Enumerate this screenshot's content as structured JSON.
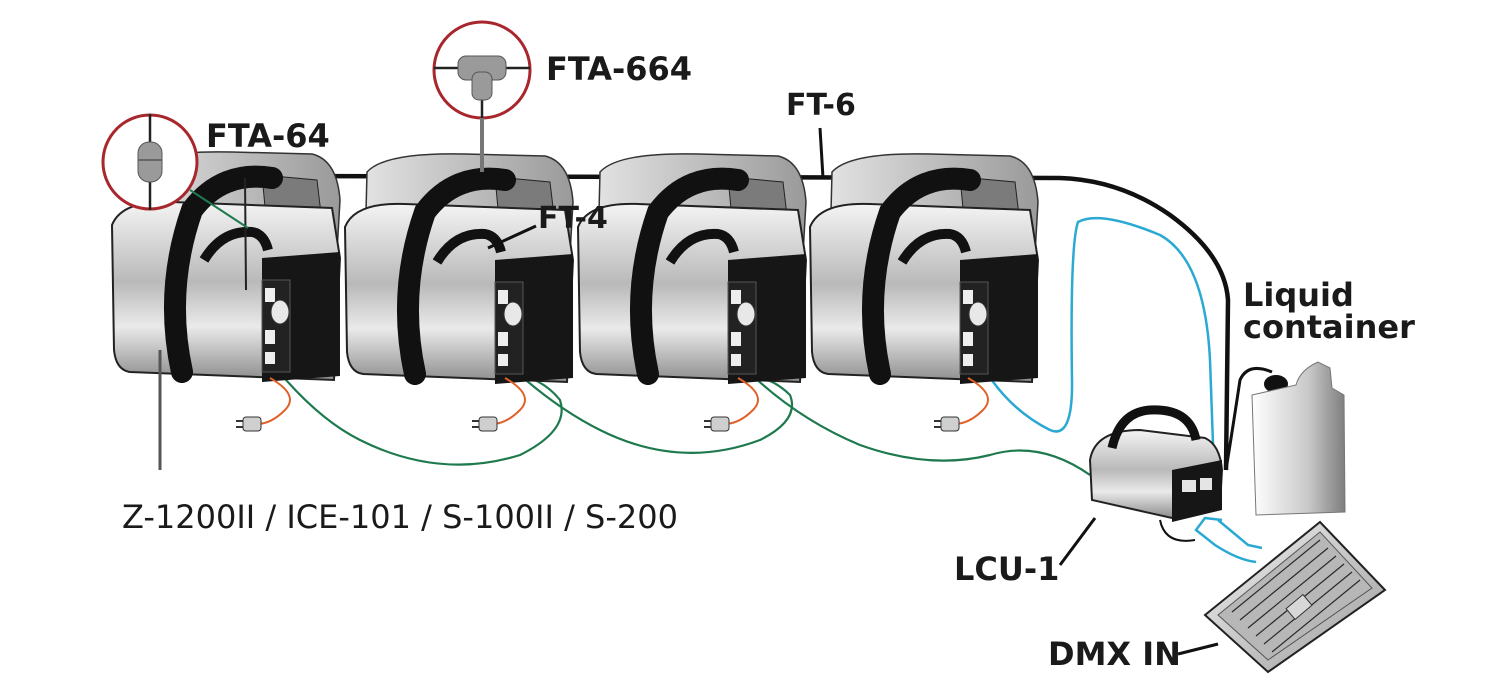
{
  "labels": {
    "fta64": "FTA-64",
    "fta664": "FTA-664",
    "ft6": "FT-6",
    "ft4": "FT-4",
    "liquid_line1": "Liquid",
    "liquid_line2": "container",
    "models": "Z-1200II / ICE-101 / S-100II / S-200",
    "lcu": "LCU-1",
    "dmx": "DMX IN"
  },
  "colors": {
    "fluid_tube": "#111111",
    "dmx_cable": "#1e7a4e",
    "control_cable": "#2aa9d2",
    "power_cord": "#e0622a",
    "highlight_ring": "#a8272d",
    "machine_body": "#c4c4c4",
    "machine_dark": "#161616"
  }
}
